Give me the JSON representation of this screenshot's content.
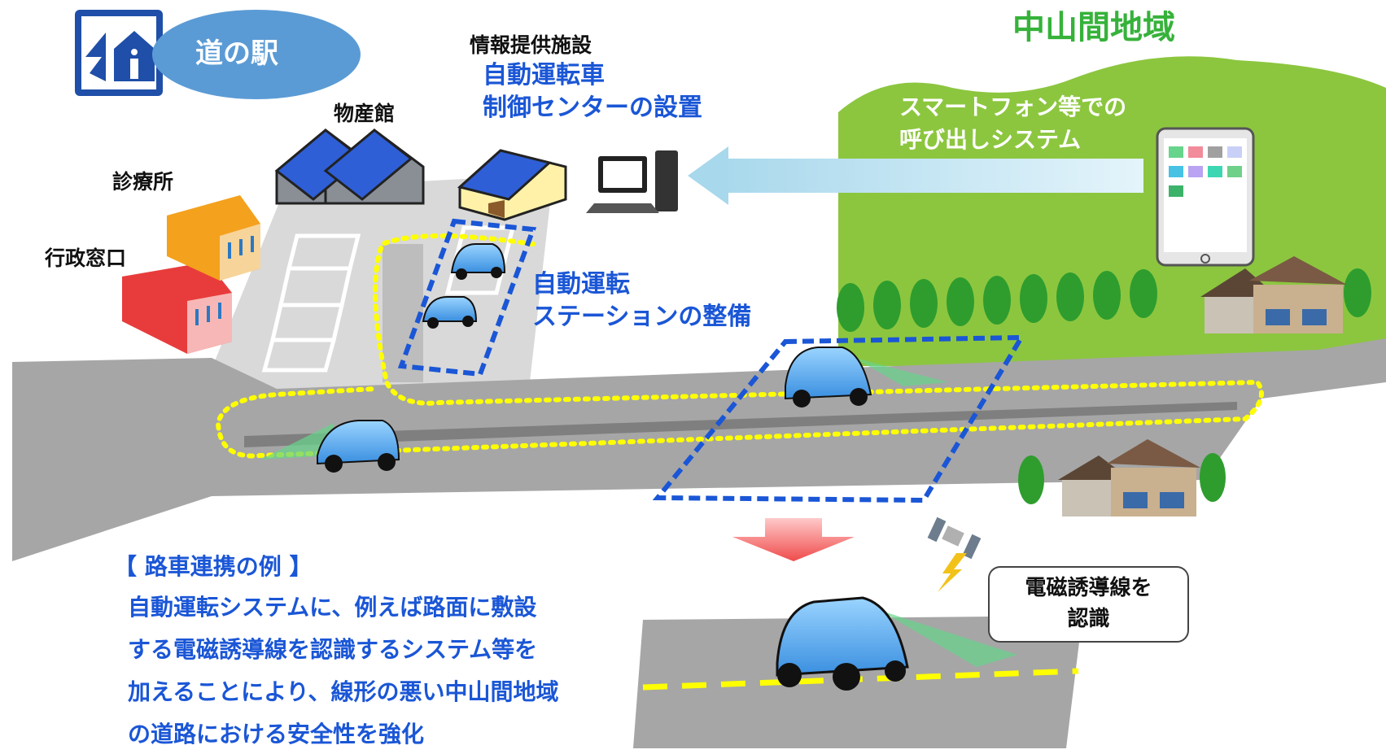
{
  "station": {
    "title": "道の駅",
    "icon": "roadside-station-icon"
  },
  "area": {
    "title": "中山間地域"
  },
  "facilities": {
    "shop": "物産館",
    "clinic": "診療所",
    "admin": "行政窓口",
    "info_caption": "情報提供施設",
    "info_line1": "自動運転車",
    "info_line2": "制御センターの設置"
  },
  "station_label": {
    "line1": "自動運転",
    "line2": "ステーションの整備"
  },
  "call_system": {
    "line1": "スマートフォン等での",
    "line2": "呼び出しシステム"
  },
  "example": {
    "heading": "【 路車連携の例 】",
    "lines": [
      "自動運転システムに、例えば路面に敷設",
      "する電磁誘導線を認識するシステム等を",
      "加えることにより、線形の悪い中山間地域",
      "の道路における安全性を強化"
    ]
  },
  "bubble": {
    "line1": "電磁誘導線を",
    "line2": "認識"
  },
  "colors": {
    "accent_blue": "#1a56d6",
    "area_green": "#8cc63f",
    "title_green": "#36b23a",
    "road_gray": "#a6a6a6",
    "lot_gray": "#d9d9d9",
    "route_yellow": "#ffff00",
    "arrow_red": "#f05a5a"
  },
  "icons": [
    "tablet-icon",
    "desktop-computer-icon",
    "satellite-icon",
    "lightning-icon",
    "bus-icon",
    "house-icon",
    "tree-icon"
  ]
}
